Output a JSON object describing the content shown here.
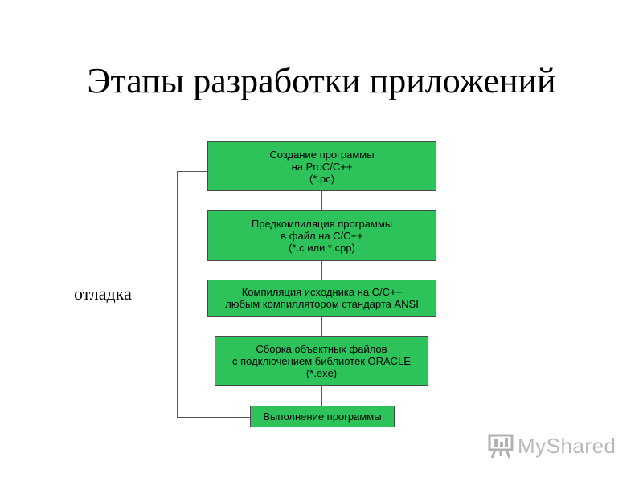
{
  "title": "Этапы разработки приложений",
  "side_label": "отладка",
  "steps": [
    {
      "lines": [
        "Создание программы",
        "на ProC/C++",
        "(*.pc)"
      ]
    },
    {
      "lines": [
        "Предкомпиляция программы",
        "в файл на C/C++",
        "(*.c или *.cpp)"
      ]
    },
    {
      "lines": [
        "Компиляция исходника на C/C++",
        "любым компиллятором стандарта ANSI"
      ]
    },
    {
      "lines": [
        "Сборка объектных файлов",
        "с подключением библиотек ORACLE",
        "(*.exe)"
      ]
    },
    {
      "lines": [
        "Выполнение программы"
      ]
    }
  ],
  "logo": {
    "text": "MyShared",
    "icon": "presentation-board-icon"
  },
  "colors": {
    "box_fill": "#2ec35a",
    "line": "#555555"
  }
}
